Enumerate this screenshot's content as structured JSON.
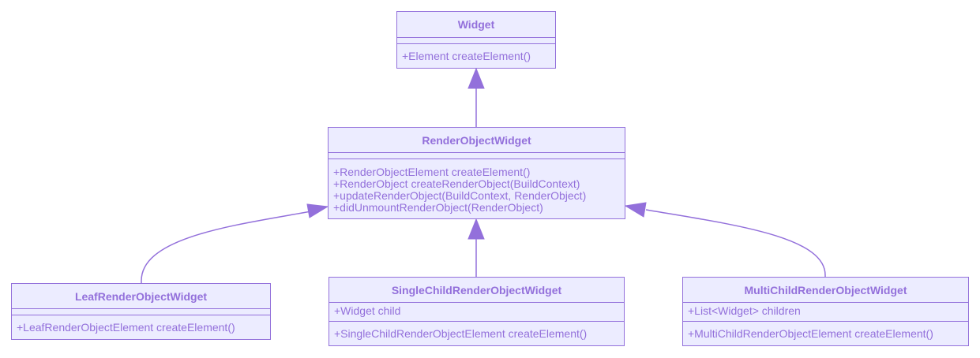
{
  "colors": {
    "fill": "#ececff",
    "stroke": "#9370db",
    "text": "#9370db",
    "background": "#ffffff"
  },
  "classes": {
    "widget": {
      "name": "Widget",
      "attributes": [],
      "methods": [
        "+Element createElement()"
      ]
    },
    "render_object_widget": {
      "name": "RenderObjectWidget",
      "attributes": [],
      "methods": [
        "+RenderObjectElement createElement()",
        "+RenderObject createRenderObject(BuildContext)",
        "+updateRenderObject(BuildContext, RenderObject)",
        "+didUnmountRenderObject(RenderObject)"
      ]
    },
    "leaf_render_object_widget": {
      "name": "LeafRenderObjectWidget",
      "attributes": [],
      "methods": [
        "+LeafRenderObjectElement createElement()"
      ]
    },
    "single_child_render_object_widget": {
      "name": "SingleChildRenderObjectWidget",
      "attributes": [
        "+Widget child"
      ],
      "methods": [
        "+SingleChildRenderObjectElement createElement()"
      ]
    },
    "multi_child_render_object_widget": {
      "name": "MultiChildRenderObjectWidget",
      "attributes": [
        "+List<Widget> children"
      ],
      "methods": [
        "+MultiChildRenderObjectElement createElement()"
      ]
    }
  },
  "relations": [
    {
      "child": "RenderObjectWidget",
      "parent": "Widget",
      "type": "inheritance"
    },
    {
      "child": "LeafRenderObjectWidget",
      "parent": "RenderObjectWidget",
      "type": "inheritance"
    },
    {
      "child": "SingleChildRenderObjectWidget",
      "parent": "RenderObjectWidget",
      "type": "inheritance"
    },
    {
      "child": "MultiChildRenderObjectWidget",
      "parent": "RenderObjectWidget",
      "type": "inheritance"
    }
  ]
}
